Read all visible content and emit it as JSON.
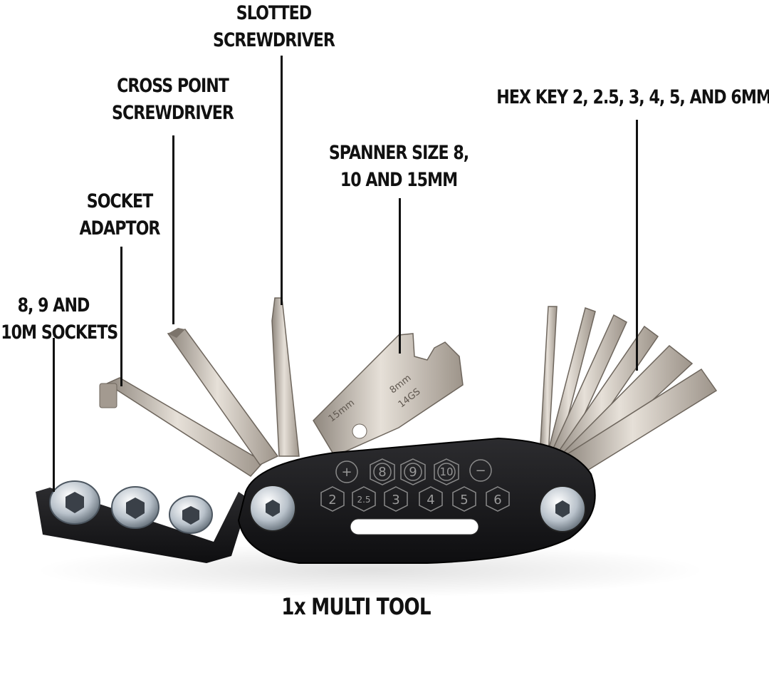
{
  "labels": {
    "sockets": [
      "8, 9 AND",
      "10M SOCKETS"
    ],
    "socket_adaptor": [
      "SOCKET",
      "ADAPTOR"
    ],
    "cross_point": [
      "CROSS POINT",
      "SCREWDRIVER"
    ],
    "slotted": [
      "SLOTTED",
      "SCREWDRIVER"
    ],
    "spanner": [
      "SPANNER SIZE 8,",
      "10 AND 15MM"
    ],
    "hex_key": [
      "HEX KEY 2, 2.5, 3, 4, 5, AND 6MM"
    ]
  },
  "caption": "1x MULTI TOOL",
  "tool_markings": {
    "top_row": [
      "+",
      "8",
      "9",
      "10",
      "−"
    ],
    "bottom_row": [
      "2",
      "2.5",
      "3",
      "4",
      "5",
      "6"
    ],
    "spanner_engraving": [
      "15mm",
      "8mm",
      "14GS"
    ]
  },
  "colors": {
    "text": "#111111",
    "tool_body": "#1c1c1e",
    "metal": "#c8c0b6",
    "chrome": "#d8dde2"
  }
}
